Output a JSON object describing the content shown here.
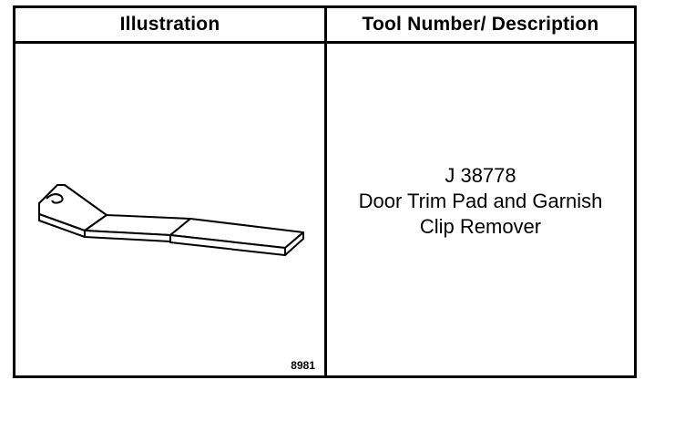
{
  "table": {
    "headers": {
      "illustration": "Illustration",
      "tool": "Tool Number/ Description"
    },
    "row": {
      "figure_number": "8981",
      "tool_number": "J 38778",
      "description_line1": "Door Trim Pad and Garnish",
      "description_line2": "Clip Remover"
    }
  },
  "illustration": {
    "icon": "trim-pad-clip-remover-drawing"
  }
}
